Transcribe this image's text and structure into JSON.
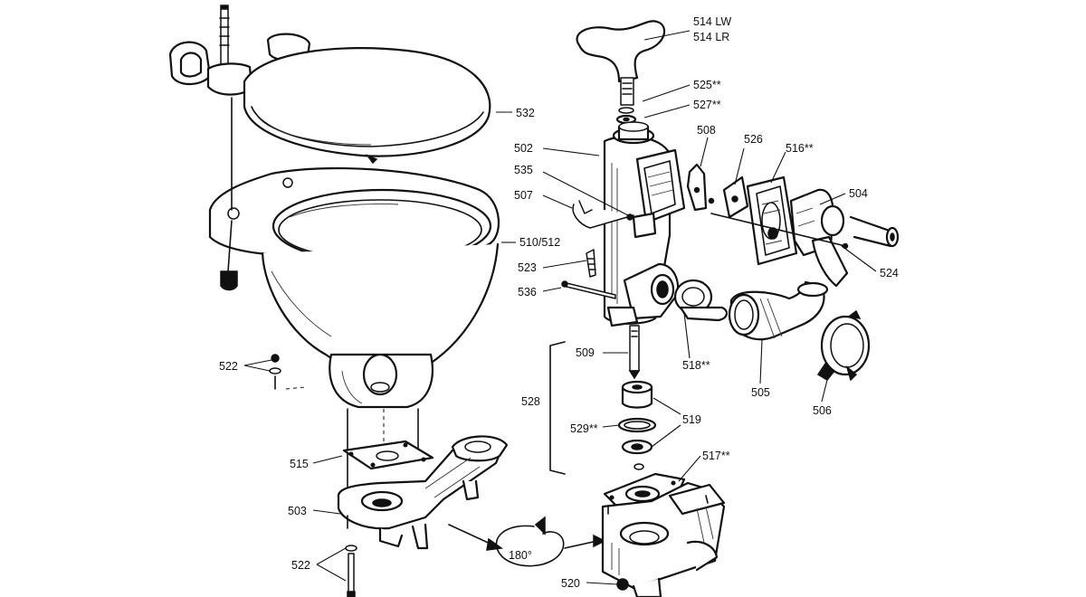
{
  "callouts": {
    "c514": "514 LW",
    "c514b": "514 LR",
    "c525": "525**",
    "c527": "527**",
    "c532": "532",
    "c502": "502",
    "c508": "508",
    "c526": "526",
    "c516": "516**",
    "c535": "535",
    "c504": "504",
    "c507": "507",
    "c510": "510/512",
    "c524": "524",
    "c523": "523",
    "c536": "536",
    "c509": "509",
    "c518": "518**",
    "c505": "505",
    "c522a": "522",
    "c528": "528",
    "c519": "519",
    "c506": "506",
    "c529": "529**",
    "c515": "515",
    "c517": "517**",
    "c503": "503",
    "c180": "180°",
    "c522b": "522",
    "c520": "520"
  },
  "colors": {
    "ink": "#111111",
    "paper": "#ffffff"
  }
}
